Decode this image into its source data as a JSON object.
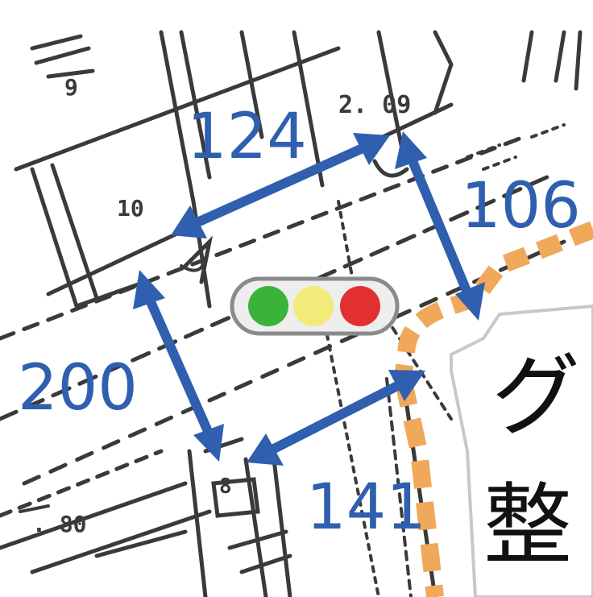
{
  "lot_numbers": {
    "lot_9": "9",
    "lot_209": "2. 09",
    "lot_10": "10",
    "lot_8": "8",
    "lot_80": ". 80"
  },
  "distances": {
    "top": "124",
    "right": "106",
    "left": "200",
    "bottom": "141"
  },
  "signal": {
    "green": "#3bb33b",
    "yellow": "#f2eb7a",
    "red": "#e2302f"
  },
  "japanese_text": {
    "line1": "グ",
    "line2": "整"
  },
  "colors": {
    "arrow": "#2f5fae",
    "boundary": "#f0a85a",
    "linework": "#3a3a3a"
  }
}
